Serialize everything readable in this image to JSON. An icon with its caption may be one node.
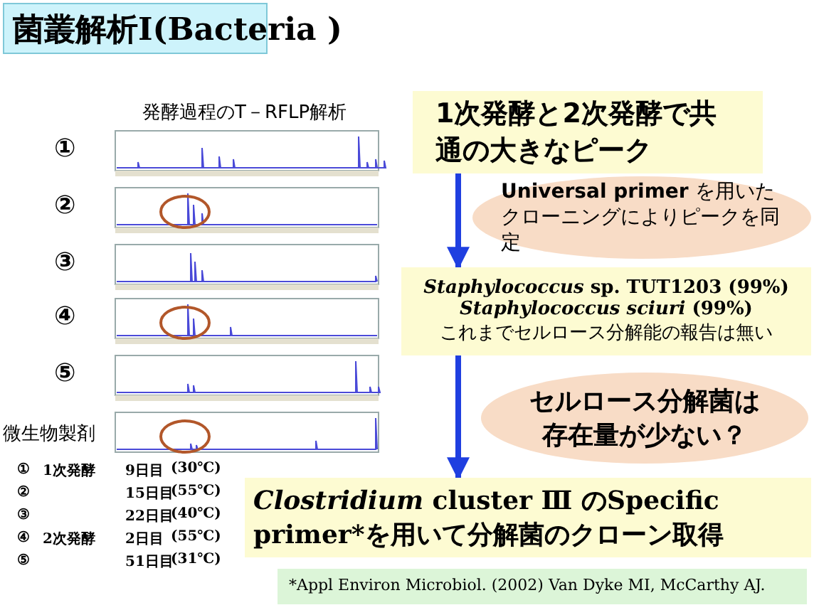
{
  "diagram": {
    "title": "菌叢解析Ⅰ(Bacteria )",
    "nodes": [
      {
        "text": [
          "1次発酵と2次発酵で共通の大きなピーク"
        ]
      },
      {
        "text": [
          "**Universal primer** を用いたクローニングによりピークを同定"
        ]
      },
      {
        "text": [
          "*Staphylococcus* sp. TUT1203 (99%)",
          "*Staphylococcus sciuri* (99%)",
          "これまでセルロース分解能の報告は無い"
        ]
      },
      {
        "text": [
          "セルロース分解菌は存在量が少ない？"
        ]
      },
      {
        "text": [
          "*Clostridium* cluster Ⅲ のSpecific primer*を用いて分解菌のクローン取得"
        ]
      }
    ],
    "edges": [
      {
        "from": 0,
        "to": 2,
        "arrow": "to"
      },
      {
        "from": 2,
        "to": 4,
        "arrow": "to"
      }
    ],
    "labels": [
      "発酵過程のT－RFLP解析",
      "①",
      "②",
      "③",
      "④",
      "⑤",
      "微生物製剤",
      "①",
      "1次発酵",
      "9日目",
      "(30℃)",
      "②",
      "15日目",
      "(55℃)",
      "③",
      "22日目",
      "(40℃)",
      "④",
      "2次発酵",
      "2日目",
      "(55℃)",
      "⑤",
      "51日目",
      "(31℃)",
      "*Appl Environ Microbiol. (2002) Van Dyke MI, McCarthy AJ."
    ]
  }
}
